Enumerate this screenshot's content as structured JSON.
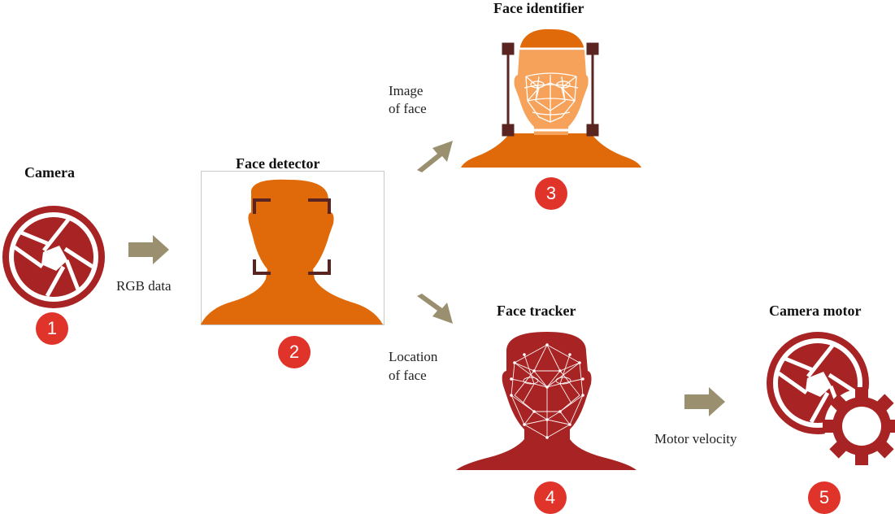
{
  "nodes": {
    "camera": {
      "title": "Camera",
      "step": "1"
    },
    "face_detector": {
      "title": "Face detector",
      "step": "2"
    },
    "face_identifier": {
      "title": "Face identifier",
      "step": "3"
    },
    "face_tracker": {
      "title": "Face tracker",
      "step": "4"
    },
    "camera_motor": {
      "title": "Camera motor",
      "step": "5"
    }
  },
  "edges": {
    "rgb": {
      "label": "RGB data"
    },
    "image_of_face": {
      "line1": "Image",
      "line2": "of face"
    },
    "location_of_face": {
      "line1": "Location",
      "line2": "of face"
    },
    "motor_velocity": {
      "label": "Motor velocity"
    }
  },
  "colors": {
    "dark_red": "#a82323",
    "orange": "#e06a0a",
    "light_orange": "#f7a25a",
    "arrow": "#9a9070",
    "badge": "#e0332a",
    "bracket": "#5a2520"
  }
}
